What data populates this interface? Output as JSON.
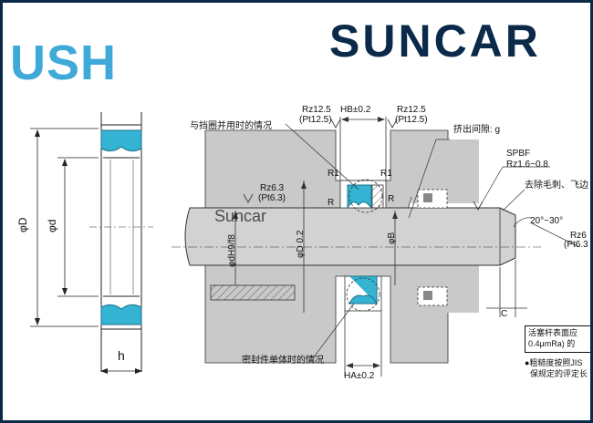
{
  "brand": {
    "left_text": "USH",
    "right_text": "SUNCAR",
    "left_color": "#3fa9d8",
    "right_color": "#0b2a4a"
  },
  "colors": {
    "seal": "#35b3d3",
    "body_gray": "#c9c9c9",
    "rod_gray": "#d2d2d2",
    "frame": "#0b2a4a"
  },
  "labels": {
    "with_ring": "与挡圈并用时的情况",
    "single_seal": "密封件单体时的情况",
    "rz_hb": "Rz12.5",
    "pt_hb": "(Pt12.5)",
    "hb": "HB±0.2",
    "rz_right": "Rz12.5",
    "pt_right": "(Pt12.5)",
    "extrusion_gap": "挤出间隙: g",
    "spbf": "SPBF",
    "rz_roughness": "Rz1.6~0.8",
    "deburr": "去除毛刺、飞边",
    "r1_left": "R1",
    "r1_right": "R1",
    "r_left": "R",
    "r_right": "R",
    "rz63": "Rz6.3",
    "pt63": "(Pt6.3)",
    "angle": "20°~30°",
    "rz_cut": "Rz6",
    "pt_cut": "(Pt6.3",
    "phi_d_h9": "φdH9/f8",
    "phi_d_0_2": "φD 0.2",
    "phi_b": "φB",
    "ha": "HA±0.2",
    "c": "C",
    "phi_D_cross": "φD",
    "phi_d_cross": "φd",
    "h": "h",
    "watermark": "Suncar"
  },
  "notes": {
    "line1": "活塞杆表面应",
    "line2": "0.4μmRa) 的",
    "line3": "●粗糙度按照JIS",
    "line4": "保规定的评定长"
  }
}
